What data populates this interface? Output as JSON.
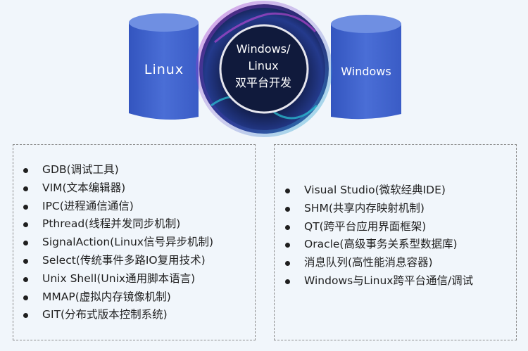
{
  "header": {
    "left_cylinder": "Linux",
    "right_cylinder": "Windows",
    "center_lines": [
      "Windows/",
      "Linux",
      "双平台开发"
    ]
  },
  "left_panel": {
    "items": [
      "GDB(调试工具)",
      "VIM(文本编辑器)",
      "IPC(进程通信通信)",
      "Pthread(线程并发同步机制)",
      "SignalAction(Linux信号异步机制)",
      "Select(传统事件多路IO复用技术)",
      "Unix Shell(Unix通用脚本语言)",
      "MMAP(虚拟内存镜像机制)",
      "GIT(分布式版本控制系统)"
    ]
  },
  "right_panel": {
    "items": [
      "Visual Studio(微软经典IDE)",
      "SHM(共享内存映射机制)",
      "QT(跨平台应用界面框架)",
      "Oracle(高级事务关系型数据库)",
      "消息队列(高性能消息容器)",
      "Windows与Linux跨平台通信/调试"
    ]
  },
  "colors": {
    "cylinder_blue": "#3f63cc",
    "cylinder_top": "#6f8fe2",
    "background": "#f1f6fb",
    "hub_dark": "#0e1a3a"
  }
}
